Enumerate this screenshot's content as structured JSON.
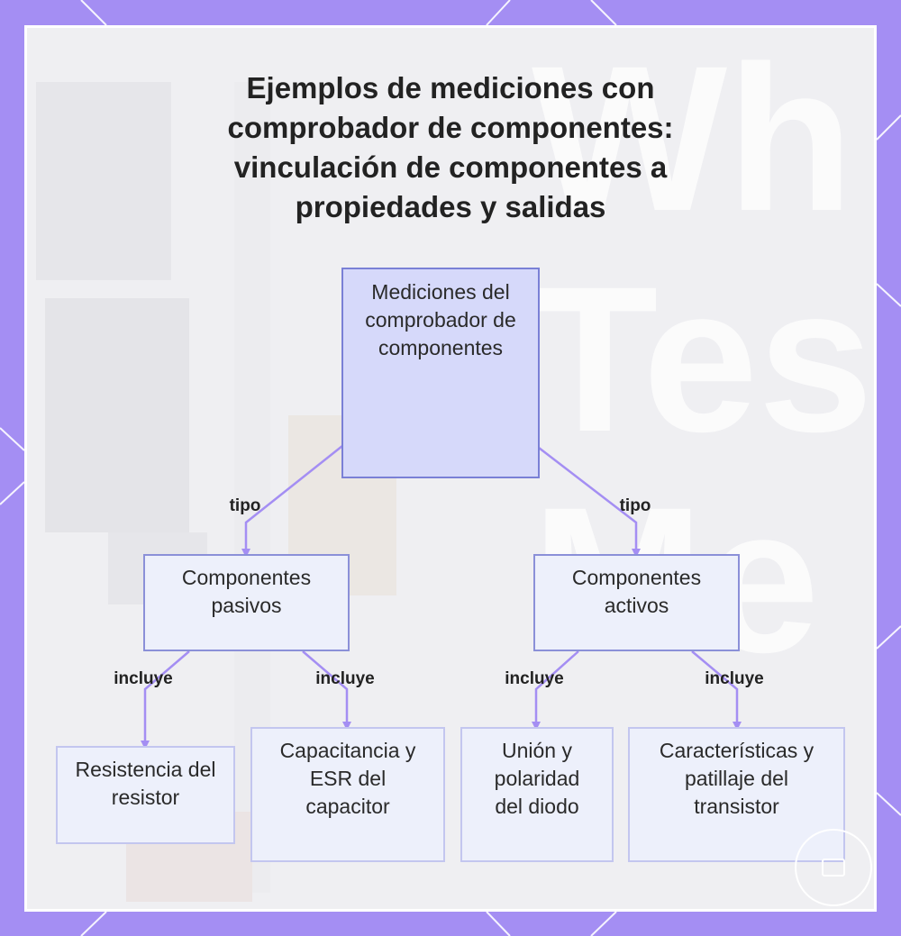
{
  "title": "Ejemplos de mediciones con comprobador de componentes: vinculación de componentes a propiedades y salidas",
  "background_watermark": "Wh\nTes\nMe",
  "colors": {
    "frame": "#a48ef3",
    "panel": "#efeff2",
    "root_fill": "#d6d9fa",
    "root_border": "#7a80d6",
    "node_fill": "#edf0fb",
    "node_border": "#8b90d8",
    "leaf_border": "#c3c6ef",
    "edge": "#a48ef3"
  },
  "nodes": {
    "root": "Mediciones del comprobador de componentes",
    "passive": "Componentes pasivos",
    "active": "Componentes activos",
    "resistor": "Resistencia del resistor",
    "capacitor": "Capacitancia y ESR del capacitor",
    "diode": "Unión y polaridad del diodo",
    "transistor": "Características y patillaje del transistor"
  },
  "edges": {
    "root_passive": "tipo",
    "root_active": "tipo",
    "passive_resistor": "incluye",
    "passive_capacitor": "incluye",
    "active_diode": "incluye",
    "active_transistor": "incluye"
  },
  "badge_icon": "logo-badge-icon"
}
